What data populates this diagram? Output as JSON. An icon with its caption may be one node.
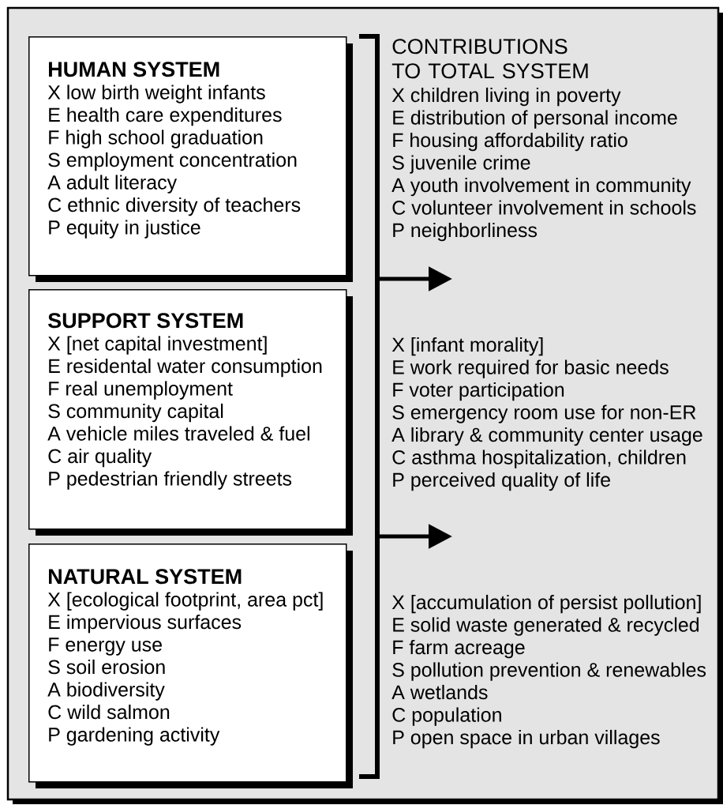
{
  "diagram": {
    "nodes": [
      {
        "text": [
          "HUMAN SYSTEM",
          "X low birth weight infants",
          "E health care expenditures",
          "F high school graduation",
          "S employment concentration",
          "A adult literacy",
          "C ethnic diversity of teachers",
          "P equity in justice"
        ]
      },
      {
        "text": [
          "SUPPORT SYSTEM",
          "X [net capital investment]",
          "E residental water consumption",
          "F real unemployment",
          "S community capital",
          "A vehicle miles traveled & fuel",
          "C air quality",
          "P pedestrian friendly streets"
        ]
      },
      {
        "text": [
          "NATURAL SYSTEM",
          "X [ecological footprint, area pct]",
          "E impervious surfaces",
          "F energy use",
          "S soil erosion",
          "A biodiversity",
          "C wild salmon",
          "P gardening activity"
        ]
      }
    ],
    "labels": [
      "CONTRIBUTIONS TO TOTAL SYSTEM",
      "X children living in poverty",
      "E distribution of personal income",
      "F housing affordability ratio",
      "S juvenile crime",
      "A youth involvement in community",
      "C volunteer involvement in schools",
      "P neighborliness",
      "X [infant morality]",
      "E work required for basic needs",
      "F voter participation",
      "S emergency room use for non-ER",
      "A library & community center usage",
      "C asthma hospitalization, children",
      "P perceived quality of life",
      "X [accumulation of persist pollution]",
      "E solid waste generated & recycled",
      "F farm acreage",
      "S pollution prevention & renewables",
      "A wetlands",
      "C population",
      "P open space in urban villages"
    ]
  }
}
